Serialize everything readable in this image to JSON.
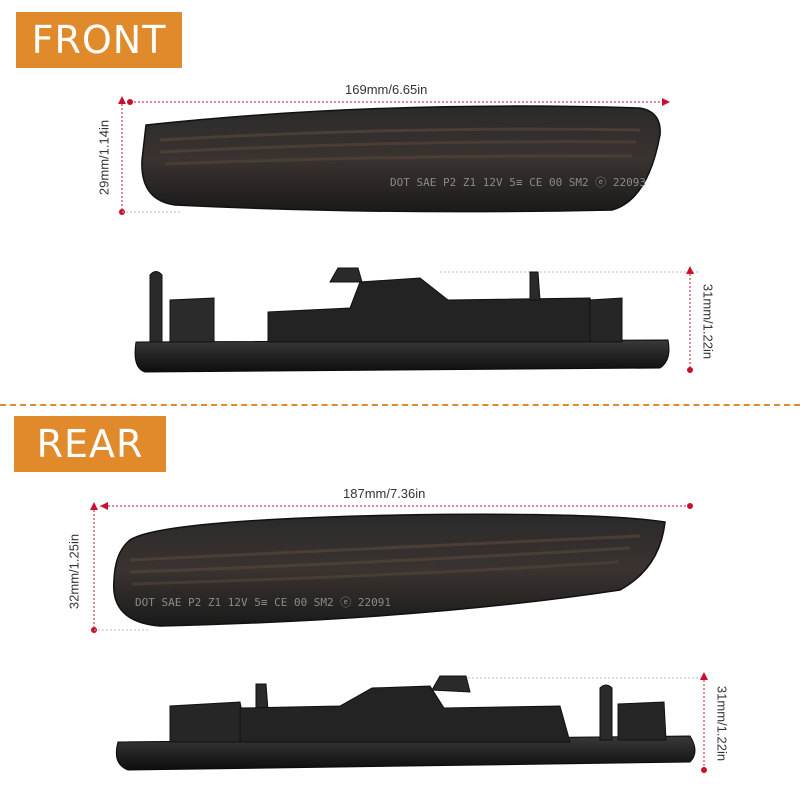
{
  "front": {
    "badge": "FRONT",
    "width_label": "169mm/6.65in",
    "height_label": "29mm/1.14in",
    "side_height_label": "31mm/1.22in",
    "lens_markings": "DOT SAE P2 Z1 12V 5≡ CE 00 SM2 ⓔ 22093"
  },
  "rear": {
    "badge": "REAR",
    "width_label": "187mm/7.36in",
    "height_label": "32mm/1.25in",
    "side_height_label": "31mm/1.22in",
    "lens_markings": "DOT SAE P2 Z1 12V 5≡ CE 00 SM2 ⓔ 22091"
  },
  "colors": {
    "accent": "#e08a2c",
    "dimension_line": "#c8102e",
    "lamp_body": "#1c1c1c"
  }
}
